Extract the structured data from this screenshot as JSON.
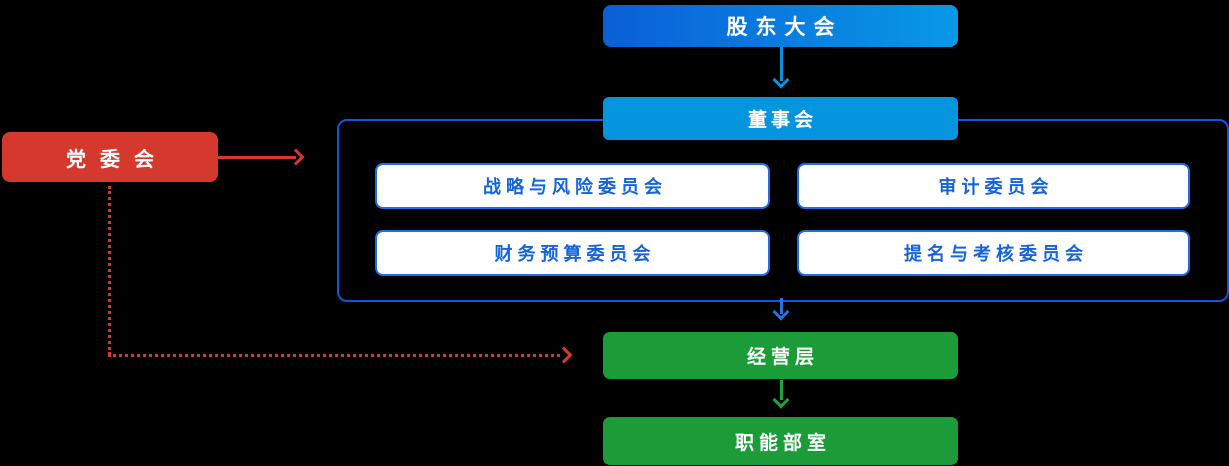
{
  "diagram": {
    "type": "org-chart",
    "background": "#000000"
  },
  "nodes": {
    "shareholders_meeting": {
      "label": "股东大会"
    },
    "board_of_directors": {
      "label": "董事会"
    },
    "committees": [
      {
        "label": "战略与风险委员会"
      },
      {
        "label": "审计委员会"
      },
      {
        "label": "财务预算委员会"
      },
      {
        "label": "提名与考核委员会"
      }
    ],
    "party_committee": {
      "label": "党委会"
    },
    "management": {
      "label": "经营层"
    },
    "functional_departments": {
      "label": "职能部室"
    }
  },
  "edges": [
    {
      "from": "shareholders_meeting",
      "to": "board_of_directors",
      "style": "solid",
      "color": "#0E8EDE",
      "direction": "down"
    },
    {
      "from": "board_container",
      "to": "management",
      "style": "solid",
      "color": "#2B6FE5",
      "direction": "down"
    },
    {
      "from": "management",
      "to": "functional_departments",
      "style": "solid",
      "color": "#1FA23C",
      "direction": "down"
    },
    {
      "from": "party_committee",
      "to": "board_container",
      "style": "solid",
      "color": "#D5392D",
      "direction": "right"
    },
    {
      "from": "party_committee",
      "to": "management",
      "style": "dotted",
      "color": "#D5392D",
      "direction": "down-right"
    }
  ],
  "colors": {
    "background": "#000000",
    "shareholders_gradient_start": "#0A5FD7",
    "shareholders_gradient_end": "#0899E6",
    "board_blue": "#0595DF",
    "container_border_blue": "#1256D8",
    "committee_border_blue": "#1D6FE6",
    "committee_text_blue": "#1565D9",
    "green": "#1B9C38",
    "red": "#D5392D",
    "arrow_blue_light": "#0E8EDE",
    "arrow_blue_royal": "#2B6FE5",
    "node_text_white": "#FFFFFF"
  }
}
